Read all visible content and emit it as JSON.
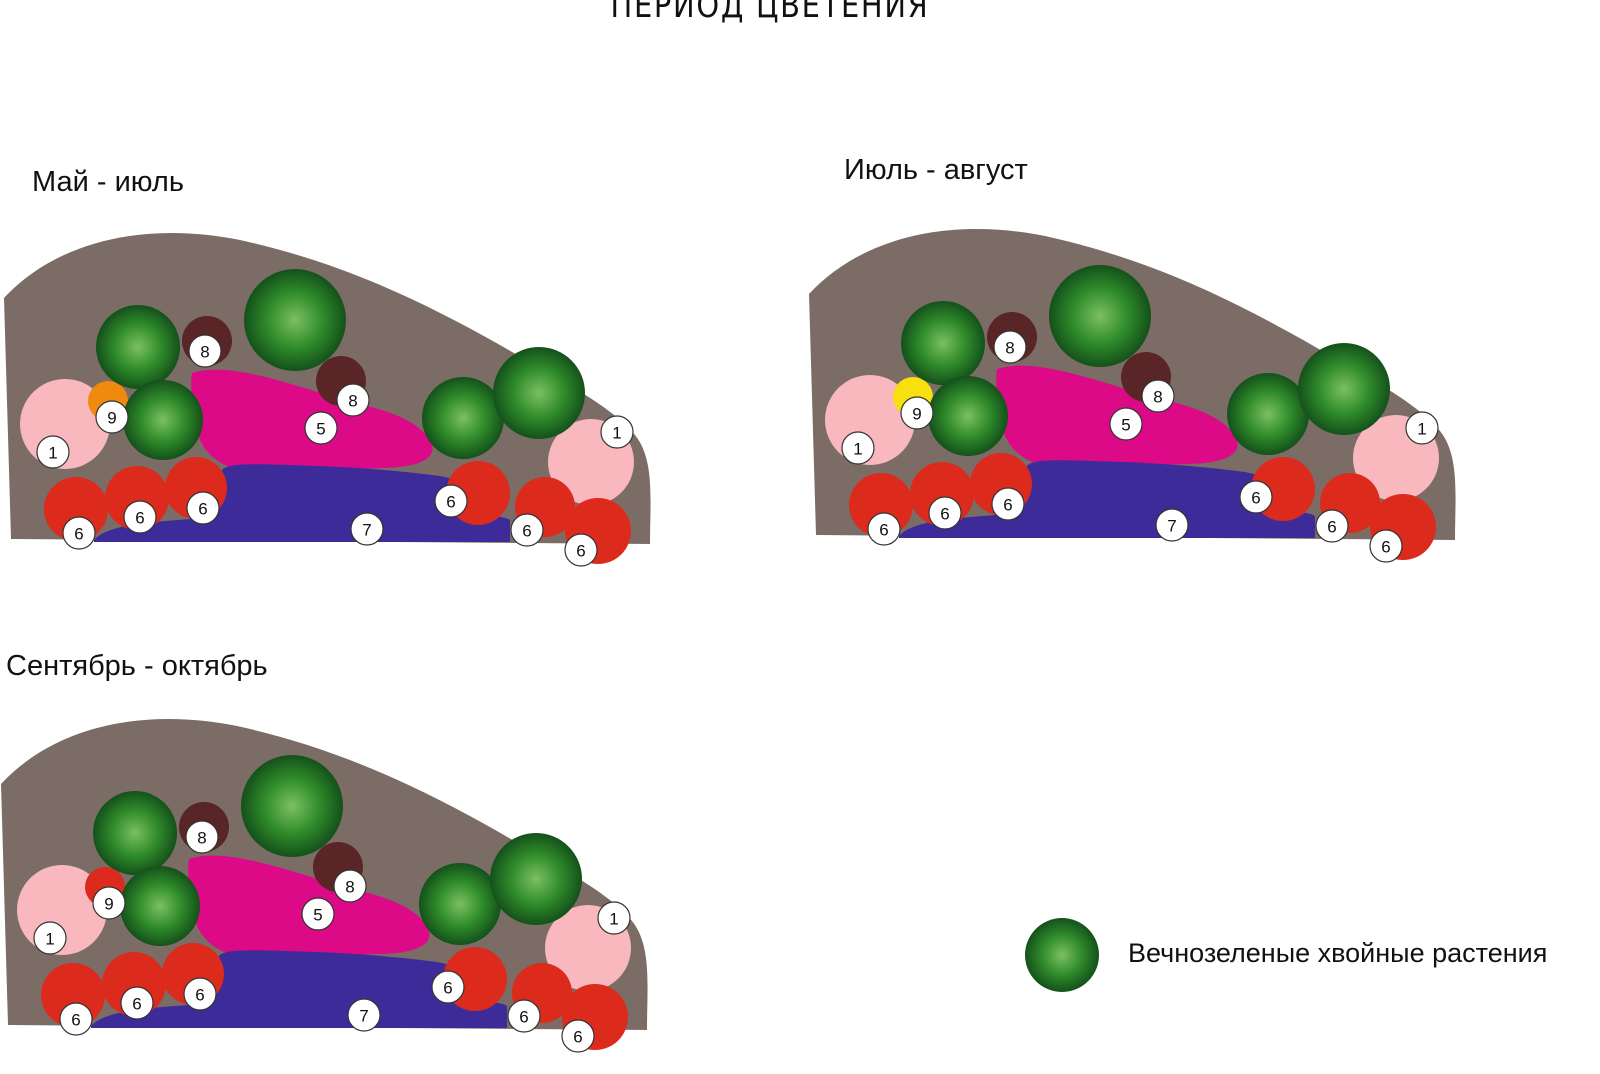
{
  "title": "ПЕРИОД ЦВЕТЕНИЯ",
  "colors": {
    "soil": "#7b6c65",
    "pink_light": "#f8b8bd",
    "magenta": "#dd0a87",
    "blue": "#3e2b9a",
    "red": "#dc2a1d",
    "dark_brown": "#5a2526",
    "conifer_center": "#7cc060",
    "conifer_mid": "#2f8b2a",
    "conifer_edge": "#14511b",
    "yellow": "#f8df10",
    "orange": "#f08a0e"
  },
  "sections": [
    {
      "id": "may-july",
      "label": "Май - июль",
      "plant9_color": "orange"
    },
    {
      "id": "july-august",
      "label": "Июль - август",
      "plant9_color": "yellow"
    },
    {
      "id": "september-october",
      "label": "Сентябрь - октябрь",
      "plant9_color": "red"
    }
  ],
  "legend": {
    "icon": "conifer-circle-icon",
    "text": "Вечнозеленые хвойные растения"
  }
}
